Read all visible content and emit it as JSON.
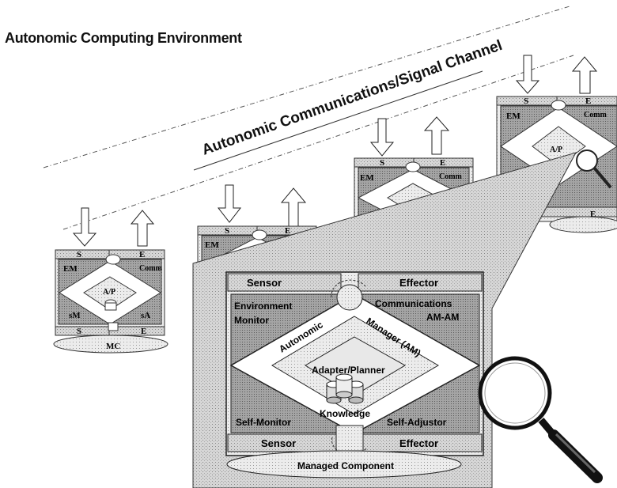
{
  "title": "Autonomic Computing Environment",
  "channel_label": "Autonomic Communications/Signal Channel",
  "mini_module": {
    "sensor": "S",
    "effector": "E",
    "env_monitor": "EM",
    "comm": "Comm",
    "adapter": "A/P",
    "self_monitor": "sM",
    "self_adjustor": "sA",
    "managed": "MC"
  },
  "detail": {
    "sensor_top": "Sensor",
    "effector_top": "Effector",
    "env_monitor": [
      "Environment",
      "Monitor"
    ],
    "communications": [
      "Communications",
      "AM-AM"
    ],
    "autonomic": "Autonomic",
    "manager": "Manager (AM)",
    "adapter_planner": "Adapter/Planner",
    "knowledge": "Knowledge",
    "self_monitor": "Self-Monitor",
    "self_adjustor": "Self-Adjustor",
    "sensor_bottom": "Sensor",
    "effector_bottom": "Effector",
    "managed_component": "Managed Component"
  }
}
